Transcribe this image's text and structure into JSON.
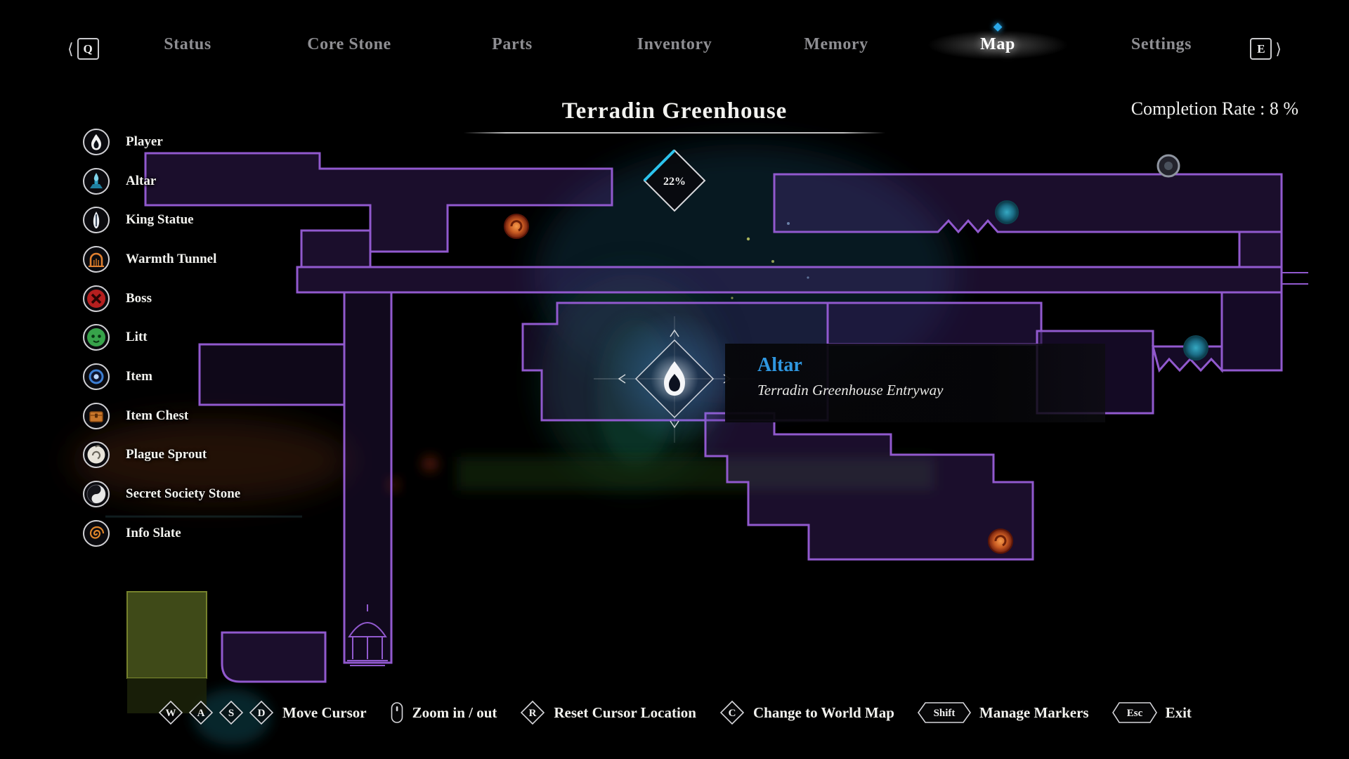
{
  "nav": {
    "left_key": "Q",
    "right_key": "E",
    "tabs": [
      {
        "label": "Status",
        "selected": false
      },
      {
        "label": "Core Stone",
        "selected": false
      },
      {
        "label": "Parts",
        "selected": false
      },
      {
        "label": "Inventory",
        "selected": false
      },
      {
        "label": "Memory",
        "selected": false
      },
      {
        "label": "Map",
        "selected": true
      },
      {
        "label": "Settings",
        "selected": false
      }
    ]
  },
  "header": {
    "title": "Terradin Greenhouse",
    "completion": "Completion Rate : 8 %"
  },
  "legend": {
    "items": [
      {
        "label": "Player",
        "icon": "player-flame-icon"
      },
      {
        "label": "Altar",
        "icon": "altar-icon"
      },
      {
        "label": "King Statue",
        "icon": "king-statue-icon"
      },
      {
        "label": "Warmth Tunnel",
        "icon": "warmth-tunnel-icon"
      },
      {
        "label": "Boss",
        "icon": "boss-icon"
      },
      {
        "label": "Litt",
        "icon": "litt-icon"
      },
      {
        "label": "Item",
        "icon": "item-icon"
      },
      {
        "label": "Item Chest",
        "icon": "item-chest-icon"
      },
      {
        "label": "Plague Sprout",
        "icon": "plague-sprout-icon"
      },
      {
        "label": "Secret Society Stone",
        "icon": "secret-society-stone-icon"
      },
      {
        "label": "Info Slate",
        "icon": "info-slate-icon"
      }
    ]
  },
  "map": {
    "zone_completion": "22%",
    "tooltip": {
      "title": "Altar",
      "subtitle": "Terradin Greenhouse Entryway"
    },
    "colors": {
      "room_purple": "#9159ce",
      "highlight_cyan": "#2cc4ee",
      "tooltip_title_blue": "#2f97e0"
    }
  },
  "controls": [
    {
      "keys": [
        "W",
        "A",
        "S",
        "D"
      ],
      "label": "Move Cursor"
    },
    {
      "keys": [],
      "icon": "mouse-icon",
      "label": "Zoom in / out"
    },
    {
      "keys": [
        "R"
      ],
      "label": "Reset Cursor Location"
    },
    {
      "keys": [
        "C"
      ],
      "label": "Change to World Map"
    },
    {
      "keys": [
        "Shift"
      ],
      "label": "Manage Markers"
    },
    {
      "keys": [
        "Esc"
      ],
      "label": "Exit"
    }
  ]
}
